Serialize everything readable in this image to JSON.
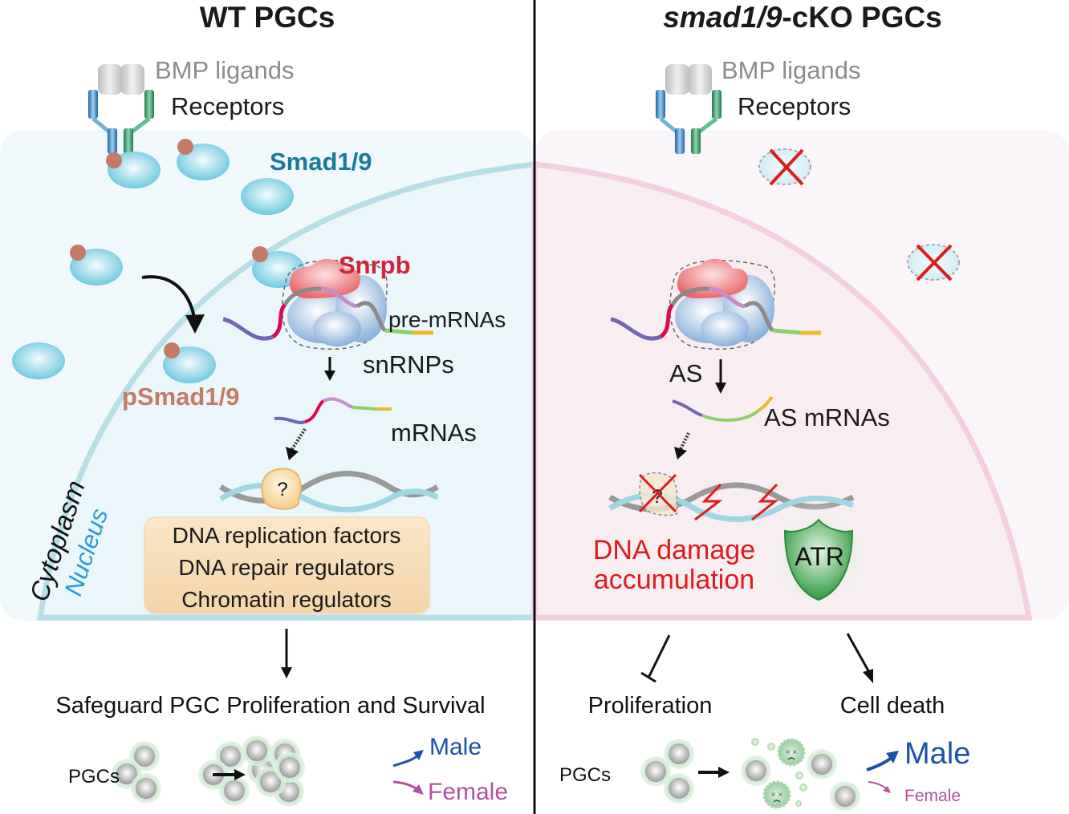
{
  "panels": {
    "left": {
      "title": "WT PGCs",
      "bmp_label": "BMP ligands",
      "receptor_label": "Receptors",
      "smad_label": "Smad1/9",
      "psmad_label": "pSmad1/9",
      "snrpb_label": "Snrpb",
      "pre_mrna_label": "pre-mRNAs",
      "snrnp_label": "snRNPs",
      "mrna_label": "mRNAs",
      "unknown_factor": "?",
      "cytoplasm_label": "Cytoplasm",
      "nucleus_label": "Nucleus",
      "targets": [
        "DNA replication factors",
        "DNA repair regulators",
        "Chromatin regulators"
      ],
      "outcome": "Safeguard PGC Proliferation and Survival",
      "pgc_label": "PGCs",
      "male_label": "Male",
      "female_label": "Female"
    },
    "right": {
      "title_italic": "smad1/9",
      "title_rest": "-cKO PGCs",
      "bmp_label": "BMP ligands",
      "receptor_label": "Receptors",
      "as_label": "AS",
      "as_mrna_label": "AS mRNAs",
      "unknown_factor": "?",
      "damage_line1": "DNA damage",
      "damage_line2": "accumulation",
      "atr_label": "ATR",
      "proliferation_label": "Proliferation",
      "death_label": "Cell death",
      "pgc_label": "PGCs",
      "male_label": "Male",
      "female_label": "Female"
    }
  },
  "colors": {
    "smad_teal": "#1a7a9a",
    "psmad": "#c47a66",
    "snrpb": "#d0243a",
    "nucleus_blue": "#2a9ad8",
    "damage_red": "#e01b1b",
    "male_blue": "#1f4fa8",
    "female_pink": "#b4509e",
    "wt_bg": "#eef7fb",
    "ko_bg": "#f9eef3"
  }
}
